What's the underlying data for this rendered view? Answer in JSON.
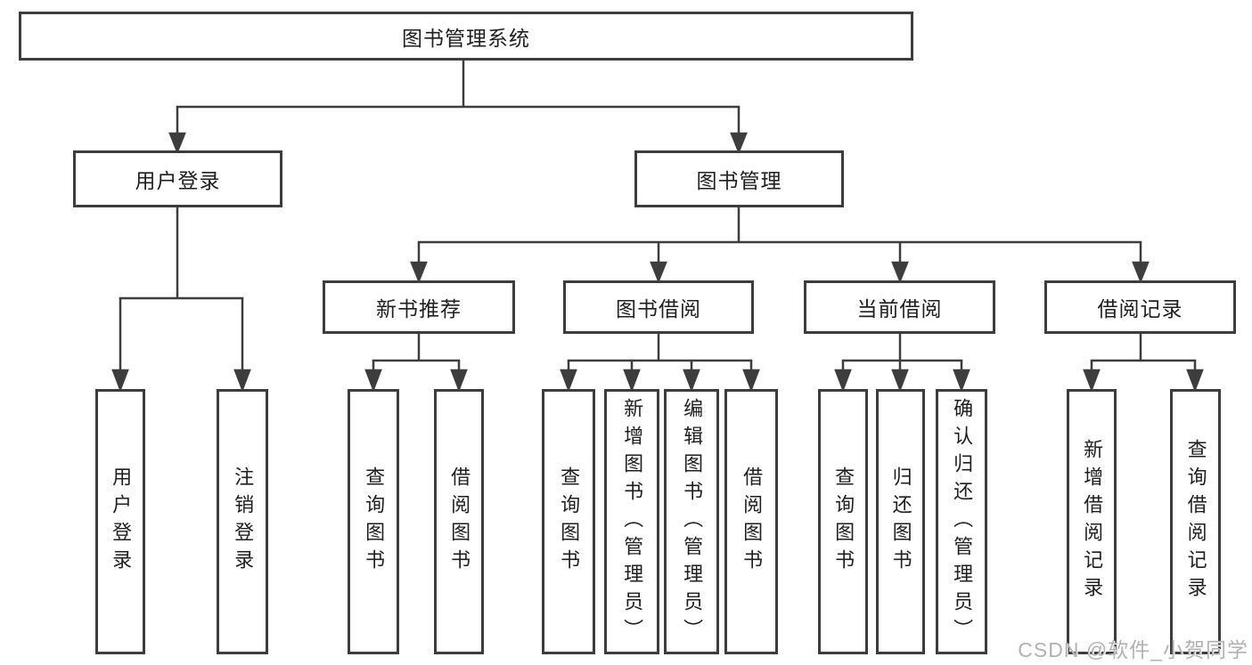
{
  "diagram": {
    "title": "图书管理系统",
    "nodes": {
      "root": "图书管理系统",
      "user_login": "用户登录",
      "book_mgmt": "图书管理",
      "new_books": "新书推荐",
      "book_borrow": "图书借阅",
      "current_borrow": "当前借阅",
      "borrow_records": "借阅记录"
    },
    "leaves": {
      "user_login": [
        "用户登录",
        "注销登录"
      ],
      "new_books": [
        "查询图书",
        "借阅图书"
      ],
      "book_borrow": [
        "查询图书",
        "新增图书（管理员）",
        "编辑图书（管理员）",
        "借阅图书"
      ],
      "current_borrow": [
        "查询图书",
        "归还图书",
        "确认归还（管理员）"
      ],
      "borrow_records": [
        "新增借阅记录",
        "查询借阅记录"
      ]
    },
    "colors": {
      "line": "#3d3d3d",
      "text": "#1f1f1f",
      "background": "#ffffff",
      "watermark": "#b2b2b2"
    },
    "watermark": "CSDN @软件_小贺同学"
  }
}
